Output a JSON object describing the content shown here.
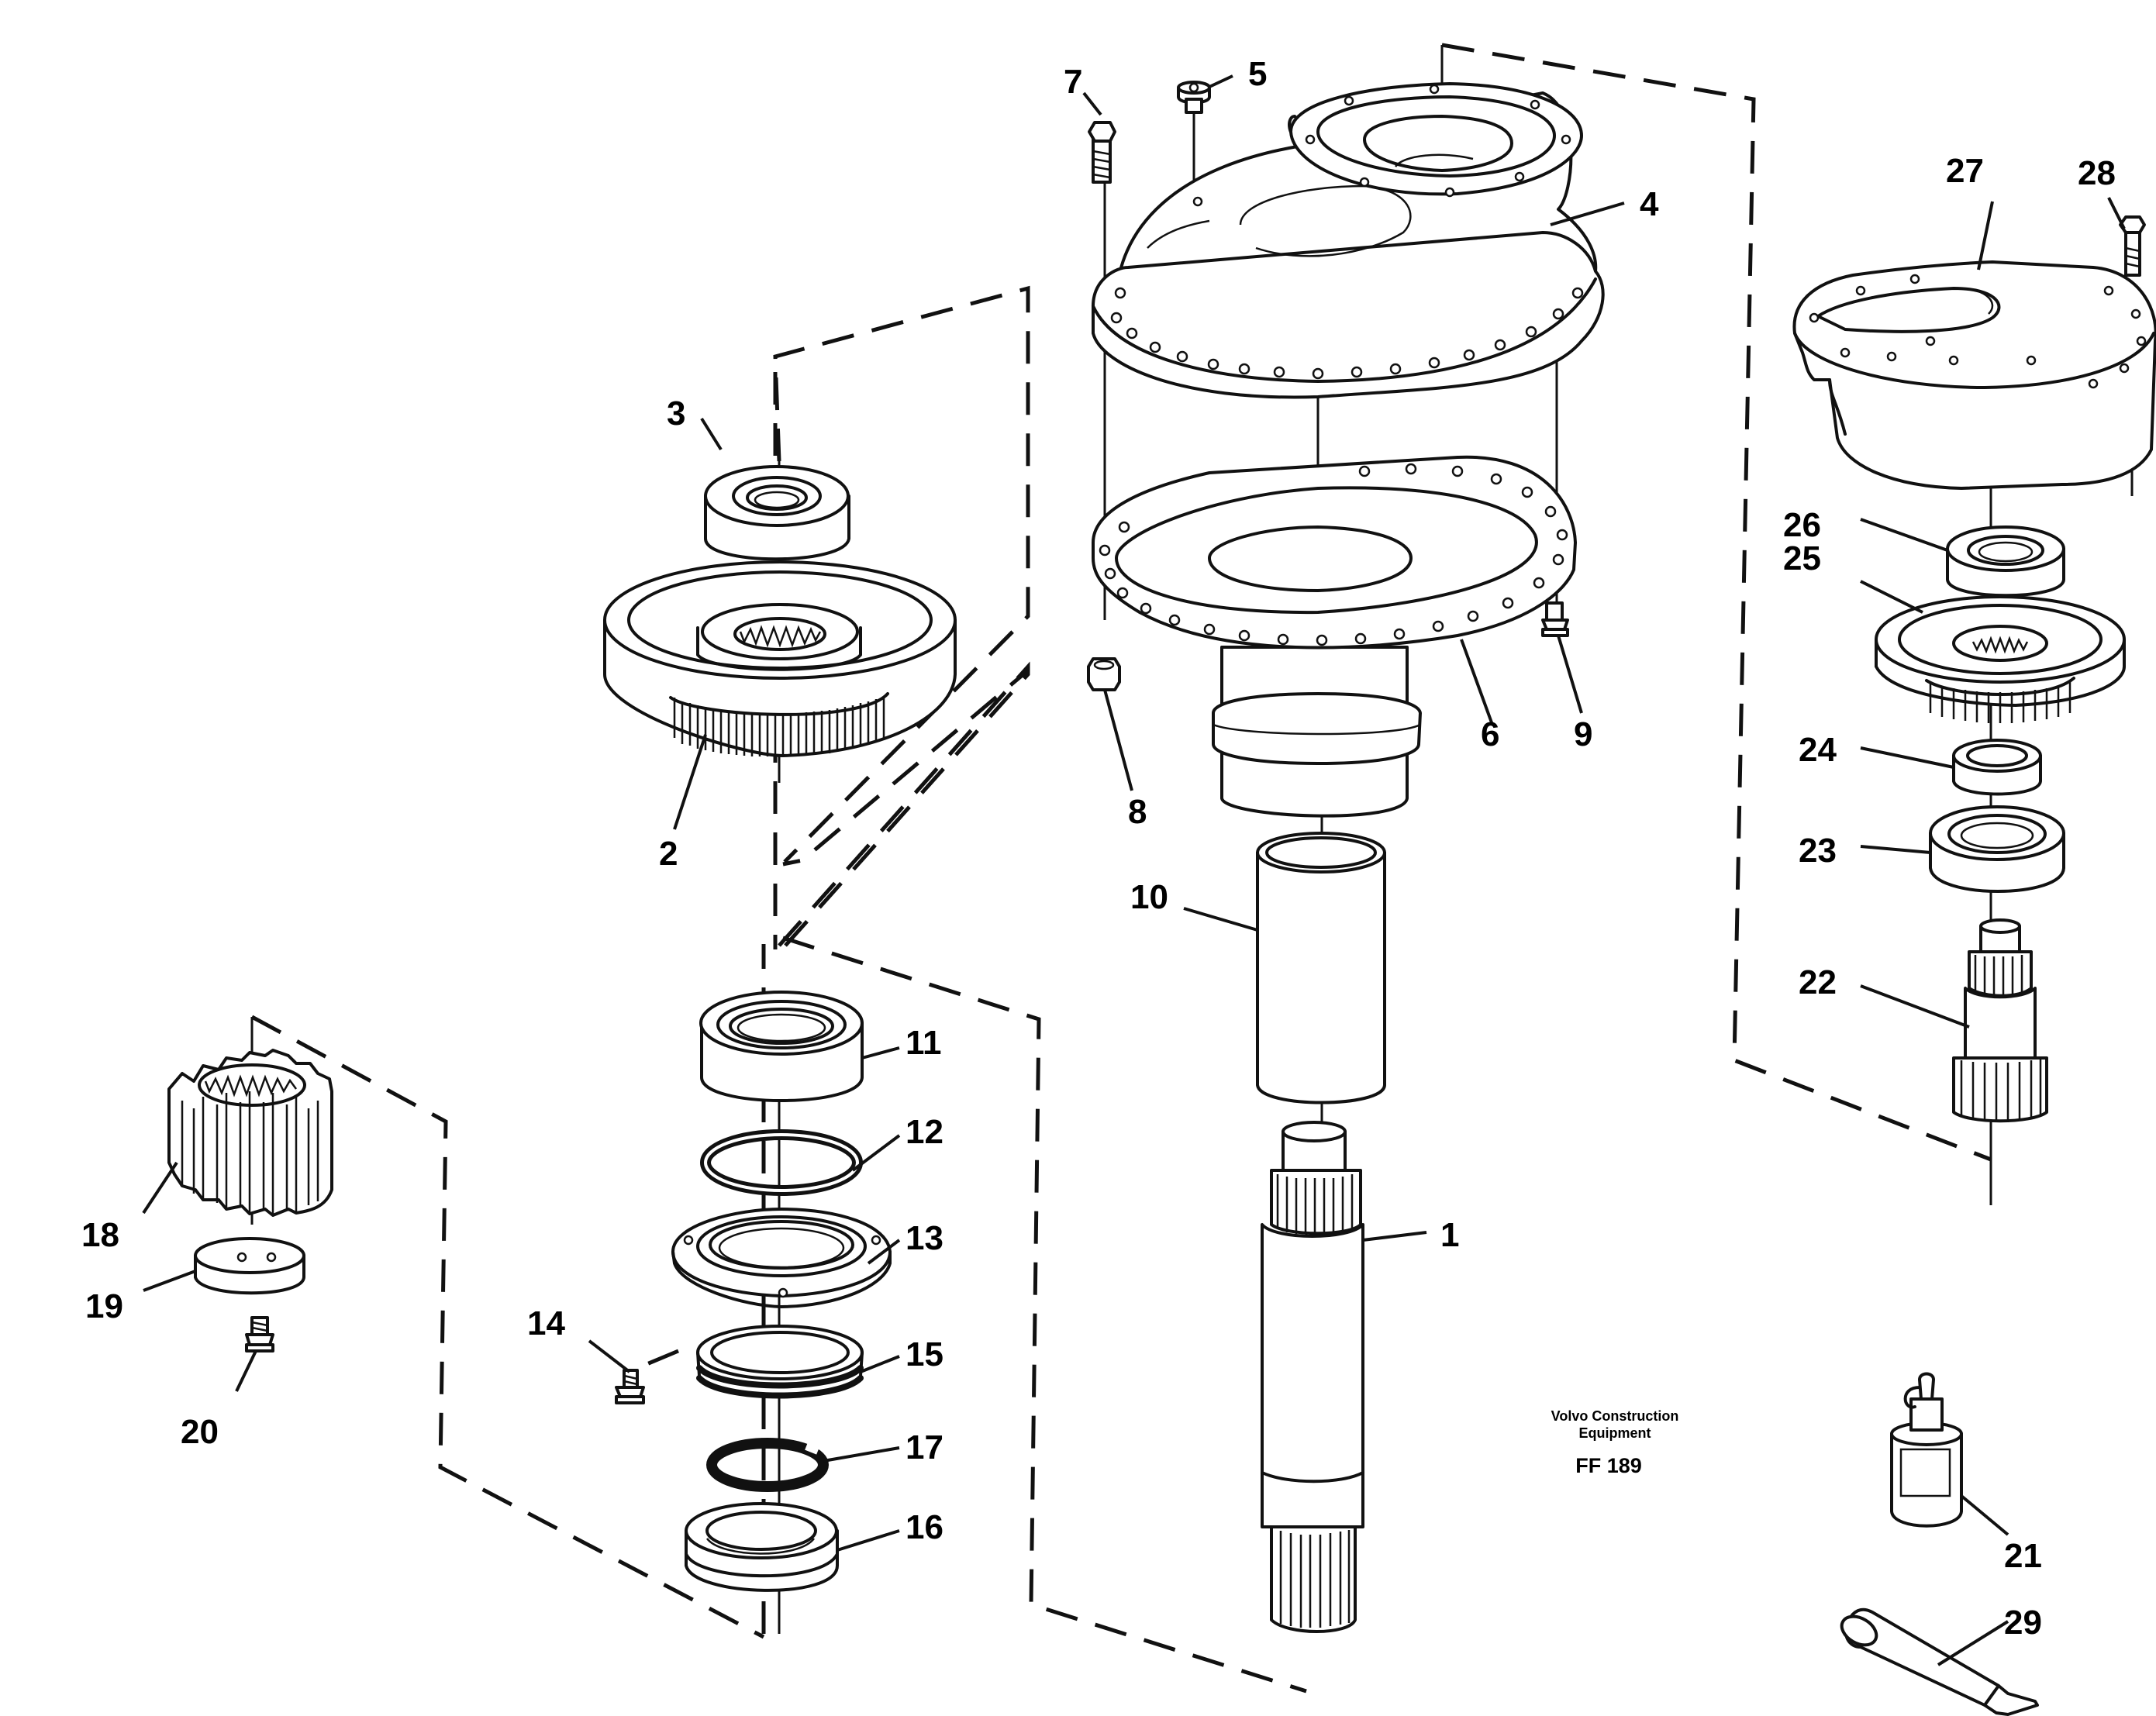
{
  "callouts": [
    {
      "n": "1"
    },
    {
      "n": "2"
    },
    {
      "n": "3"
    },
    {
      "n": "4"
    },
    {
      "n": "5"
    },
    {
      "n": "6"
    },
    {
      "n": "7"
    },
    {
      "n": "8"
    },
    {
      "n": "9"
    },
    {
      "n": "10"
    },
    {
      "n": "11"
    },
    {
      "n": "12"
    },
    {
      "n": "13"
    },
    {
      "n": "14"
    },
    {
      "n": "15"
    },
    {
      "n": "16"
    },
    {
      "n": "17"
    },
    {
      "n": "18"
    },
    {
      "n": "19"
    },
    {
      "n": "20"
    },
    {
      "n": "21"
    },
    {
      "n": "22"
    },
    {
      "n": "23"
    },
    {
      "n": "24"
    },
    {
      "n": "25"
    },
    {
      "n": "26"
    },
    {
      "n": "27"
    },
    {
      "n": "28"
    },
    {
      "n": "29"
    }
  ],
  "signature": {
    "line1": "Volvo Construction",
    "line2": "Equipment",
    "code": "FF 189"
  }
}
